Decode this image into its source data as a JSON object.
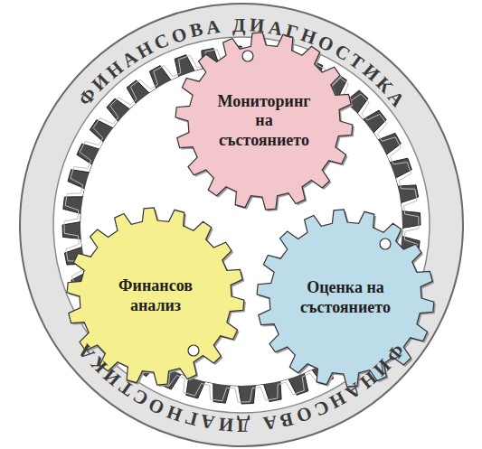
{
  "diagram": {
    "nodes": [
      {
        "text": [
          "ФИНАНСОВА ДИАГНОСТИКА",
          "ФИНАНСОВА ДИАГНОСТИКА"
        ]
      },
      {
        "text": [
          "Мониторинг на състоянието"
        ],
        "in": 0
      },
      {
        "text": [
          "Финансов анализ"
        ],
        "in": 0
      },
      {
        "text": [
          "Оценка на състоянието"
        ],
        "in": 0
      }
    ]
  }
}
